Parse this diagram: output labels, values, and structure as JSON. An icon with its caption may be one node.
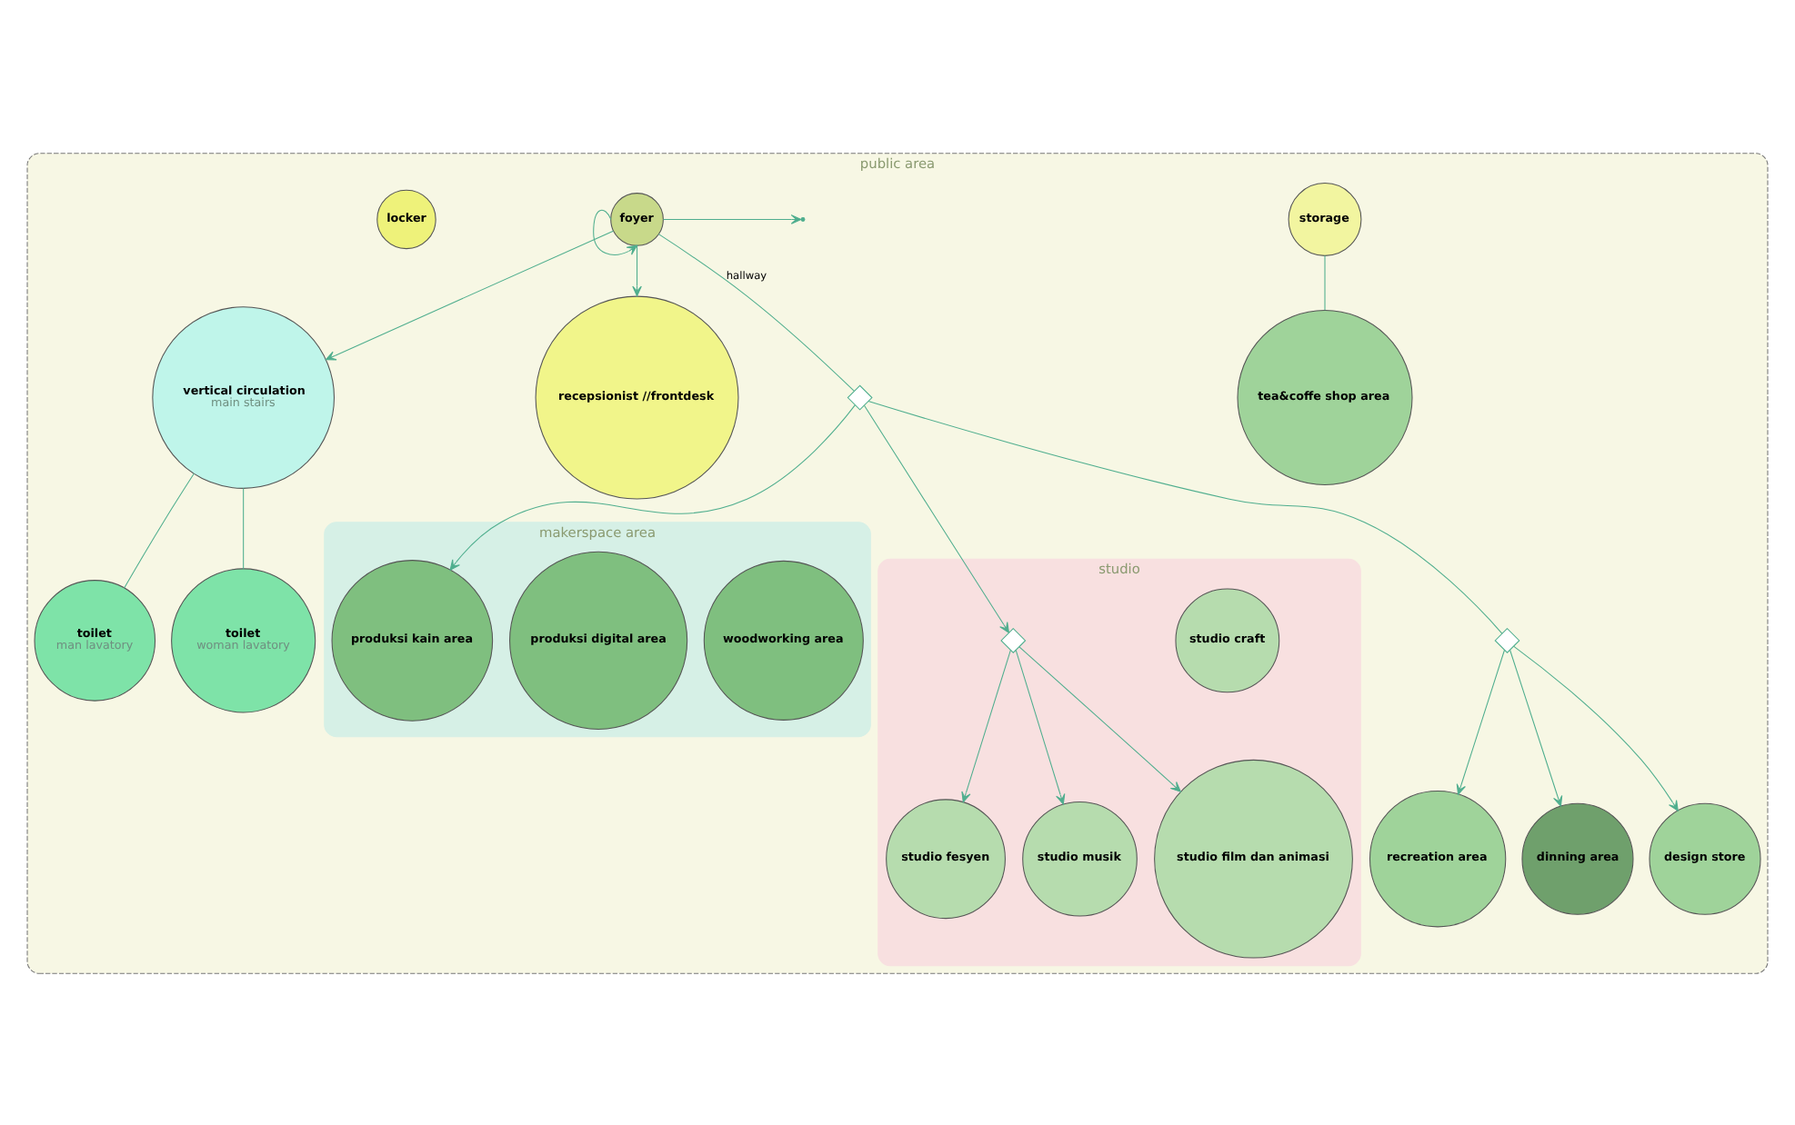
{
  "diagram": {
    "nodes": [
      {
        "text": [
          "public area"
        ]
      },
      {
        "text": [
          "storage"
        ],
        "in": 0
      },
      {
        "text": [
          "tea&coffe shop area"
        ],
        "in": 0
      },
      {
        "text": [
          "recreation area"
        ],
        "in": 0
      },
      {
        "text": [
          "dinning area"
        ],
        "in": 0
      },
      {
        "text": [
          "design store"
        ],
        "in": 0
      },
      {
        "text": [
          "makerspace area"
        ],
        "in": 0
      },
      {
        "text": [
          "woodworking area"
        ],
        "in": 6
      },
      {
        "text": [
          "produksi digital area"
        ],
        "in": 6
      },
      {
        "text": [
          "produksi kain area"
        ],
        "in": 6
      },
      {
        "text": [
          "studio"
        ],
        "in": 0
      },
      {
        "text": [
          "studio fesyen"
        ],
        "in": 10
      },
      {
        "text": [
          "studio musik"
        ],
        "in": 10
      },
      {
        "text": [
          "studio film dan animasi"
        ],
        "in": 10
      },
      {
        "text": [
          "studio craft"
        ],
        "in": 10
      },
      {
        "text": [
          "toilet",
          "man lavatory"
        ],
        "in": 0
      },
      {
        "text": [
          "vertical circulation",
          "main stairs"
        ],
        "in": 0
      },
      {
        "text": [
          "toilet",
          "woman lavatory"
        ],
        "in": 0
      },
      {
        "text": [
          "foyer"
        ],
        "in": 0
      },
      {
        "text": [
          "locker"
        ],
        "in": 0
      },
      {
        "text": [
          "recepsionist //frontdesk"
        ],
        "in": 0
      },
      {
        "text": [],
        "shape": "diamond",
        "in": 0
      },
      {
        "text": [],
        "shape": "diamond",
        "in": 0
      },
      {
        "text": [],
        "shape": "diamond",
        "in": 10
      }
    ],
    "edges": [
      {
        "from": 1,
        "to": 2,
        "arrow": "none"
      },
      {
        "from": 18,
        "to": 22,
        "arrow": "none",
        "label": "hallway"
      },
      {
        "from": 22,
        "to": 21,
        "arrow": "none"
      },
      {
        "from": 21,
        "to": 3,
        "arrow": "to"
      },
      {
        "from": 21,
        "to": 4,
        "arrow": "to"
      },
      {
        "from": 21,
        "to": 5,
        "arrow": "to"
      },
      {
        "from": 22,
        "to": 9,
        "arrow": "to"
      },
      {
        "from": 22,
        "to": 23,
        "arrow": "to"
      },
      {
        "from": 23,
        "to": 11,
        "arrow": "to"
      },
      {
        "from": 23,
        "to": 12,
        "arrow": "to"
      },
      {
        "from": 23,
        "to": 13,
        "arrow": "to"
      },
      {
        "from": 18,
        "to": 16,
        "arrow": "to"
      },
      {
        "from": 16,
        "to": 15,
        "arrow": "none"
      },
      {
        "from": 16,
        "to": 17,
        "arrow": "none"
      },
      {
        "from": 18,
        "to": null,
        "arrow": "to"
      },
      {
        "from": 18,
        "to": 18,
        "arrow": "to"
      },
      {
        "from": 18,
        "to": 20,
        "arrow": "to"
      }
    ]
  }
}
